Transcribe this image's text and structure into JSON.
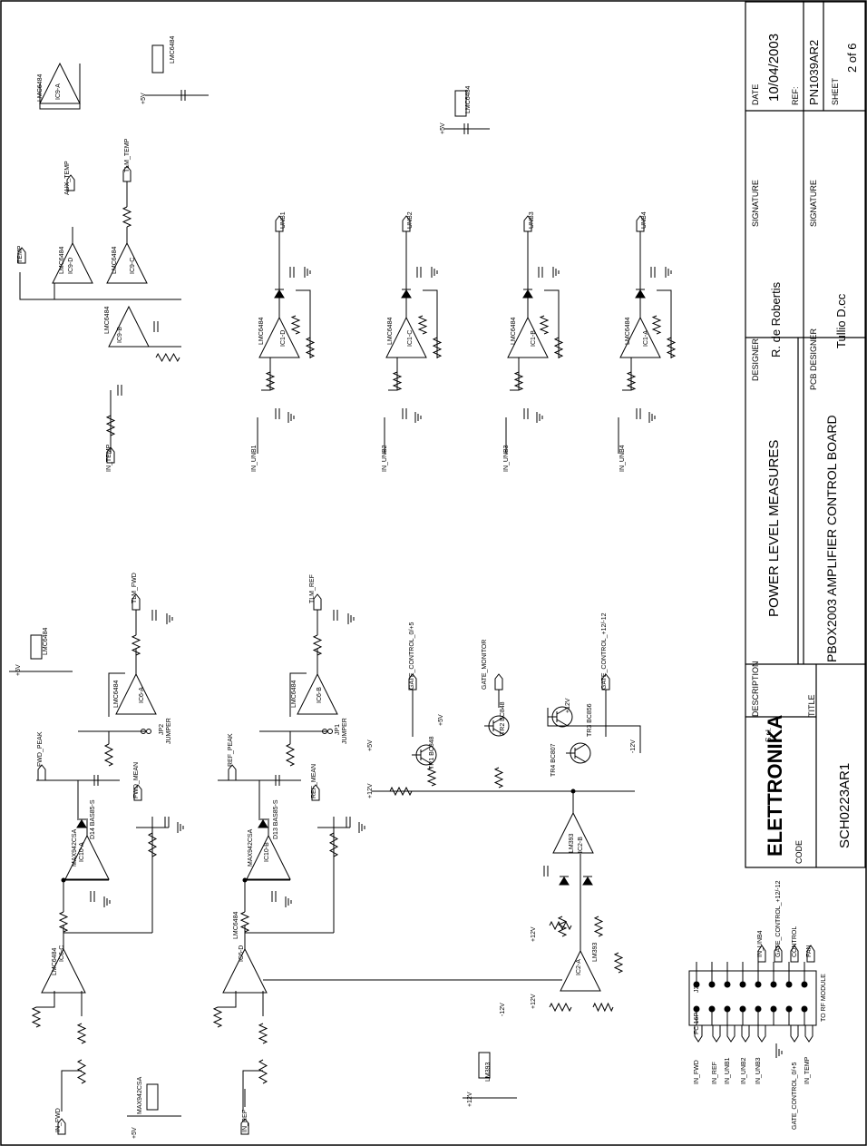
{
  "title_block": {
    "code_label": "CODE",
    "code": "SCH0223AR1",
    "company": "ELETTRONIKA",
    "company_suffix": "S.r.l.",
    "description_label": "DESCRIPTION",
    "description": "POWER LEVEL MEASURES",
    "title_label": "TITLE",
    "title": "PBOX2003 AMPLIFIER CONTROL BOARD",
    "designer_label": "DESIGNER",
    "designer": "R. de Robertis",
    "pcb_designer_label": "PCB DESIGNER",
    "pcb_designer": "Tullio D.cc",
    "signature_label": "SIGNATURE",
    "date_label": "DATE",
    "date": "10/04/2003",
    "ref_label": "REF:",
    "ref": "PN1039AR2",
    "sheet_label": "SHEET",
    "sheet": "2 of 6"
  },
  "connector": {
    "ref": "J3",
    "type": "FC-16P",
    "caption": "TO RF MODULE",
    "left_pins": [
      "IN_FWD",
      "IN_REF",
      "IN_UNB1",
      "IN_UNB2",
      "IN_UNB3",
      "GATE_CONTROL_0/+5",
      "IN_TEMP"
    ],
    "right_pins": [
      "IN_UNB4",
      "GATE_CONTROL_+12/-12",
      "CONTROL",
      "FAN"
    ]
  },
  "nets": {
    "tlm_fwd": "TLM_FWD",
    "tlm_ref": "TLM_REF",
    "fwd_peak": "FWD_PEAK",
    "fwd_mean": "FWD_MEAN",
    "ref_peak": "REF_PEAK",
    "ref_mean": "REF_MEAN",
    "in_fwd": "IN_FWD",
    "in_ref": "IN_REF",
    "gate_05": "GATE_CONTROL_0/+5",
    "gate_mon": "GATE_MONITOR",
    "gate_12": "GATE_CONTROL_+12/-12",
    "temp": "TEMP",
    "aux_temp": "AUX_TEMP",
    "tlm_temp": "TLM_TEMP",
    "in_temp": "IN_TEMP",
    "unb": [
      "UNB1",
      "UNB2",
      "UNB3",
      "UNB4"
    ],
    "in_unb": [
      "IN_UNB1",
      "IN_UNB2",
      "IN_UNB3",
      "IN_UNB4"
    ]
  },
  "parts": {
    "lmc6484": "LMC6484",
    "max942": "MAX942CSA",
    "lm393": "LM393",
    "jumper": "JUMPER",
    "jp1": "JP1",
    "jp2": "JP2",
    "tr1": "TR1 BC848",
    "tr2": "TR2 BC848",
    "tr3": "TR3 BC856",
    "tr4": "TR4 BC807",
    "d13": "D13 BAS85-S",
    "d14": "D14 BAS85-S",
    "ic6a": "IC6-A",
    "ic6b": "IC6-B",
    "ic6c": "IC6-C",
    "ic6d": "IC6-D",
    "ic9a": "IC9-A",
    "ic9b": "IC9-B",
    "ic9c": "IC9-C",
    "ic9d": "IC9-D",
    "ic1a": "IC1-A",
    "ic1b": "IC1-B",
    "ic1c": "IC1-C",
    "ic1d": "IC1-D",
    "ic2a": "IC2-A",
    "ic2b": "IC2-B",
    "ic10a": "IC10-A",
    "ic10b": "IC10-B"
  },
  "rails": {
    "p5": "+5V",
    "p12": "+12V",
    "m12": "-12V"
  }
}
